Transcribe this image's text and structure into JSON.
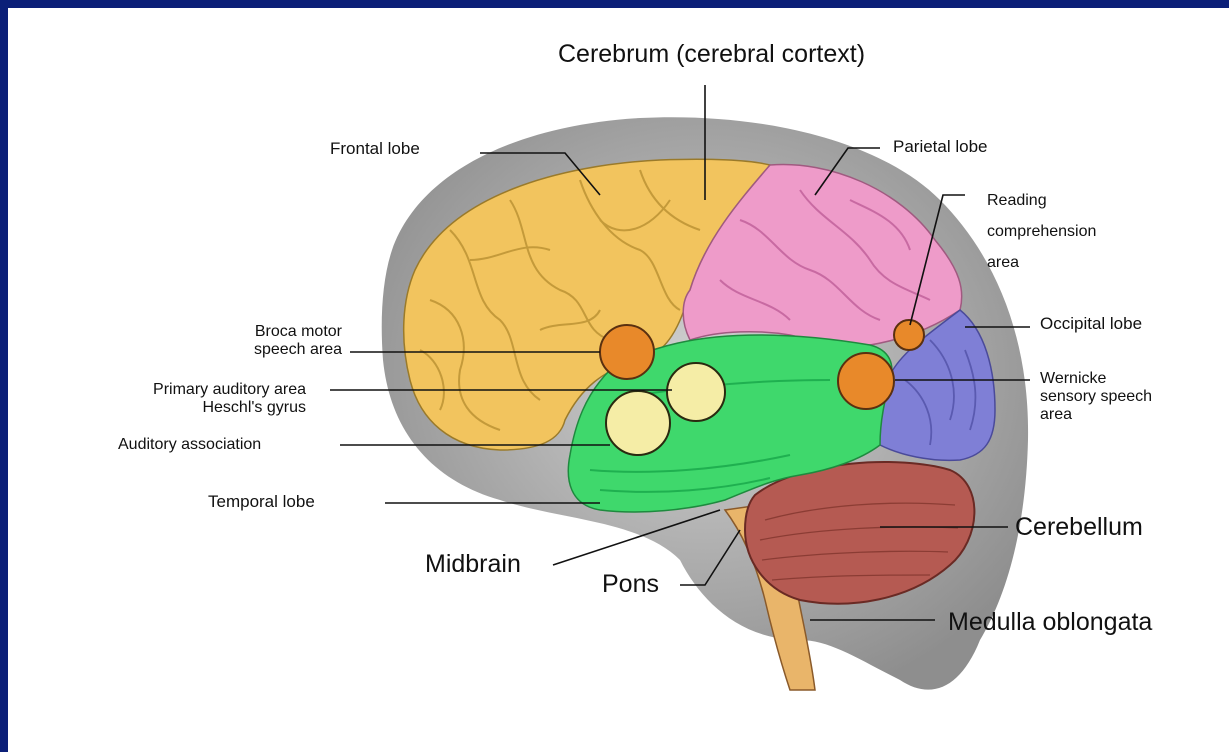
{
  "labels": {
    "cerebrum": "Cerebrum (cerebral cortext)",
    "frontal_lobe": "Frontal lobe",
    "parietal_lobe": "Parietal lobe",
    "reading_comprehension": [
      "Reading",
      "comprehension",
      "area"
    ],
    "occipital_lobe": "Occipital lobe",
    "broca": [
      "Broca motor",
      "speech area"
    ],
    "primary_auditory": [
      "Primary auditory area",
      "Heschl's gyrus"
    ],
    "auditory_association": "Auditory association",
    "wernicke": [
      "Wernicke",
      "sensory speech",
      "area"
    ],
    "temporal_lobe": "Temporal lobe",
    "cerebellum": "Cerebellum",
    "midbrain": "Midbrain",
    "pons": "Pons",
    "medulla": "Medulla oblongata"
  },
  "colors": {
    "frame": "#0b1f78",
    "frontal": "#f2c45e",
    "parietal": "#ee9bc9",
    "occipital": "#7f7fd6",
    "temporal": "#3fd86c",
    "cerebellum": "#b55a52",
    "spot_orange": "#e8892a",
    "spot_cream": "#f5eda6",
    "skull": "#9a9a9a"
  }
}
